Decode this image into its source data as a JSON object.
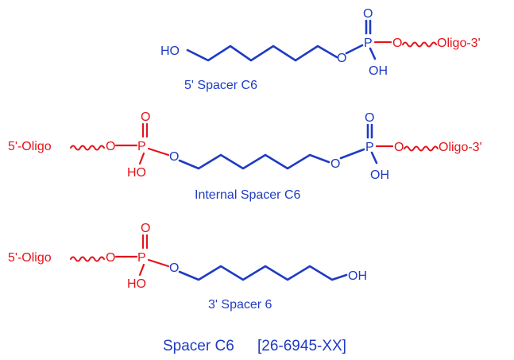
{
  "structures": [
    {
      "name": "5' Spacer C6",
      "left_group": "HO",
      "phosphate": {
        "p": "P",
        "o_top": "O",
        "oh": "OH",
        "o_link": "O"
      },
      "right_group": "Oligo-3'",
      "right_o": "O"
    },
    {
      "name": "Internal Spacer C6",
      "left_group": "5'-Oligo",
      "left_o": "O",
      "phosphate_left": {
        "p": "P",
        "o_top": "O",
        "oh": "HO",
        "o_link": "O"
      },
      "phosphate_right": {
        "p": "P",
        "o_top": "O",
        "oh": "OH",
        "o_link": "O"
      },
      "right_o": "O",
      "right_group": "Oligo-3'"
    },
    {
      "name": "3' Spacer 6",
      "left_group": "5'-Oligo",
      "left_o": "O",
      "phosphate": {
        "p": "P",
        "o_top": "O",
        "oh": "HO",
        "o_link": "O"
      },
      "right_group": "OH"
    }
  ],
  "title": {
    "product": "Spacer C6",
    "catalog": "[26-6945-XX]"
  },
  "colors": {
    "carbon_chain": "#1f3bc4",
    "phosphate": "#e4141b",
    "text_blue": "#1f3bc4",
    "text_red": "#e4141b",
    "background": "#ffffff"
  }
}
